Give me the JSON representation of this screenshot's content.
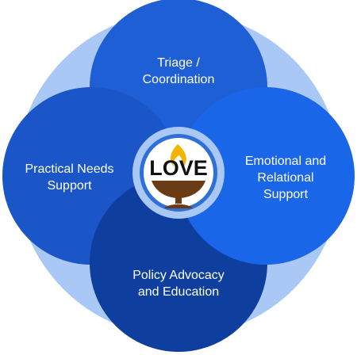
{
  "colors": {
    "halo": "#a9c8f5",
    "top_circle": "#1f5fd6",
    "left_circle": "#1b56c9",
    "right_circle": "#1a66e8",
    "bottom_circle": "#0f3f9e",
    "center_ring": "#a9c8f5",
    "center_inner": "#ffffff",
    "flame": "#f4b400",
    "chalice": "#6b3b16",
    "text": "#ffffff"
  },
  "logo": {
    "word": "LOVE",
    "icon": "flaming-chalice-icon"
  },
  "segments": {
    "top": {
      "line1": "Triage /",
      "line2": "Coordination"
    },
    "left": {
      "line1": "Practical Needs",
      "line2": "Support"
    },
    "right": {
      "line1": "Emotional and",
      "line2": "Relational",
      "line3": "Support"
    },
    "bottom": {
      "line1": "Policy Advocacy",
      "line2": "and Education"
    }
  }
}
